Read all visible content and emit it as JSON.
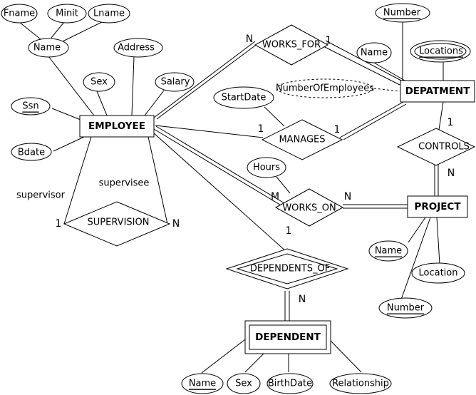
{
  "entities": {
    "employee": "EMPLOYEE",
    "department": "DEPATMENT",
    "project": "PROJECT",
    "dependent": "DEPENDENT"
  },
  "relationships": {
    "works_for": "WORKS_FOR",
    "manages": "MANAGES",
    "controls": "CONTROLS",
    "works_on": "WORKS_ON",
    "supervision": "SUPERVISION",
    "dependents_of": "DEPENDENTS_OF"
  },
  "attributes": {
    "fname": "Fname",
    "minit": "Minit",
    "lname": "Lname",
    "emp_name": "Name",
    "address": "Address",
    "sex": "Sex",
    "salary": "Salary",
    "ssn": "Ssn",
    "bdate": "Bdate",
    "dept_number": "Number",
    "dept_name": "Name",
    "locations": "Locations",
    "number_of_employees": "NumberOfEmployees",
    "start_date": "StartDate",
    "hours": "Hours",
    "proj_name": "Name",
    "proj_location": "Location",
    "proj_number": "Number",
    "dep_name": "Name",
    "dep_sex": "Sex",
    "birth_date": "BirthDate",
    "relationship": "Relationship"
  },
  "roles": {
    "supervisor": "supervisor",
    "supervisee": "supervisee"
  },
  "cardinalities": {
    "works_for_emp": "N",
    "works_for_dept": "1",
    "manages_emp": "1",
    "manages_dept": "1",
    "controls_dept": "1",
    "controls_proj": "N",
    "works_on_emp": "M",
    "works_on_proj": "N",
    "supervision_supervisor": "1",
    "supervision_supervisee": "N",
    "dependents_of_emp": "1",
    "dependents_of_dep": "N"
  }
}
